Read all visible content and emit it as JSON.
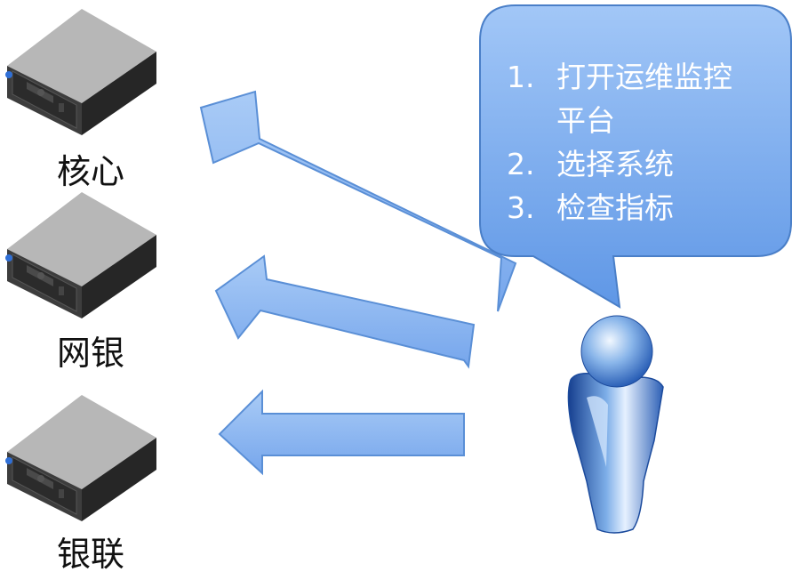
{
  "servers": [
    {
      "label": "核心",
      "icon": "server-icon"
    },
    {
      "label": "网银",
      "icon": "server-icon"
    },
    {
      "label": "银联",
      "icon": "server-icon"
    }
  ],
  "bubble": {
    "steps": [
      {
        "num": "1.",
        "text": "打开运维监控平台"
      },
      {
        "num": "2.",
        "text": "选择系统"
      },
      {
        "num": "3.",
        "text": "检查指标"
      }
    ]
  },
  "person_icon": "user-icon",
  "colors": {
    "arrow_fill": "#8fb8f2",
    "arrow_stroke": "#5a8fd6",
    "bubble_fill": "#7fb0f0",
    "bubble_stroke": "#4a7fc8"
  }
}
